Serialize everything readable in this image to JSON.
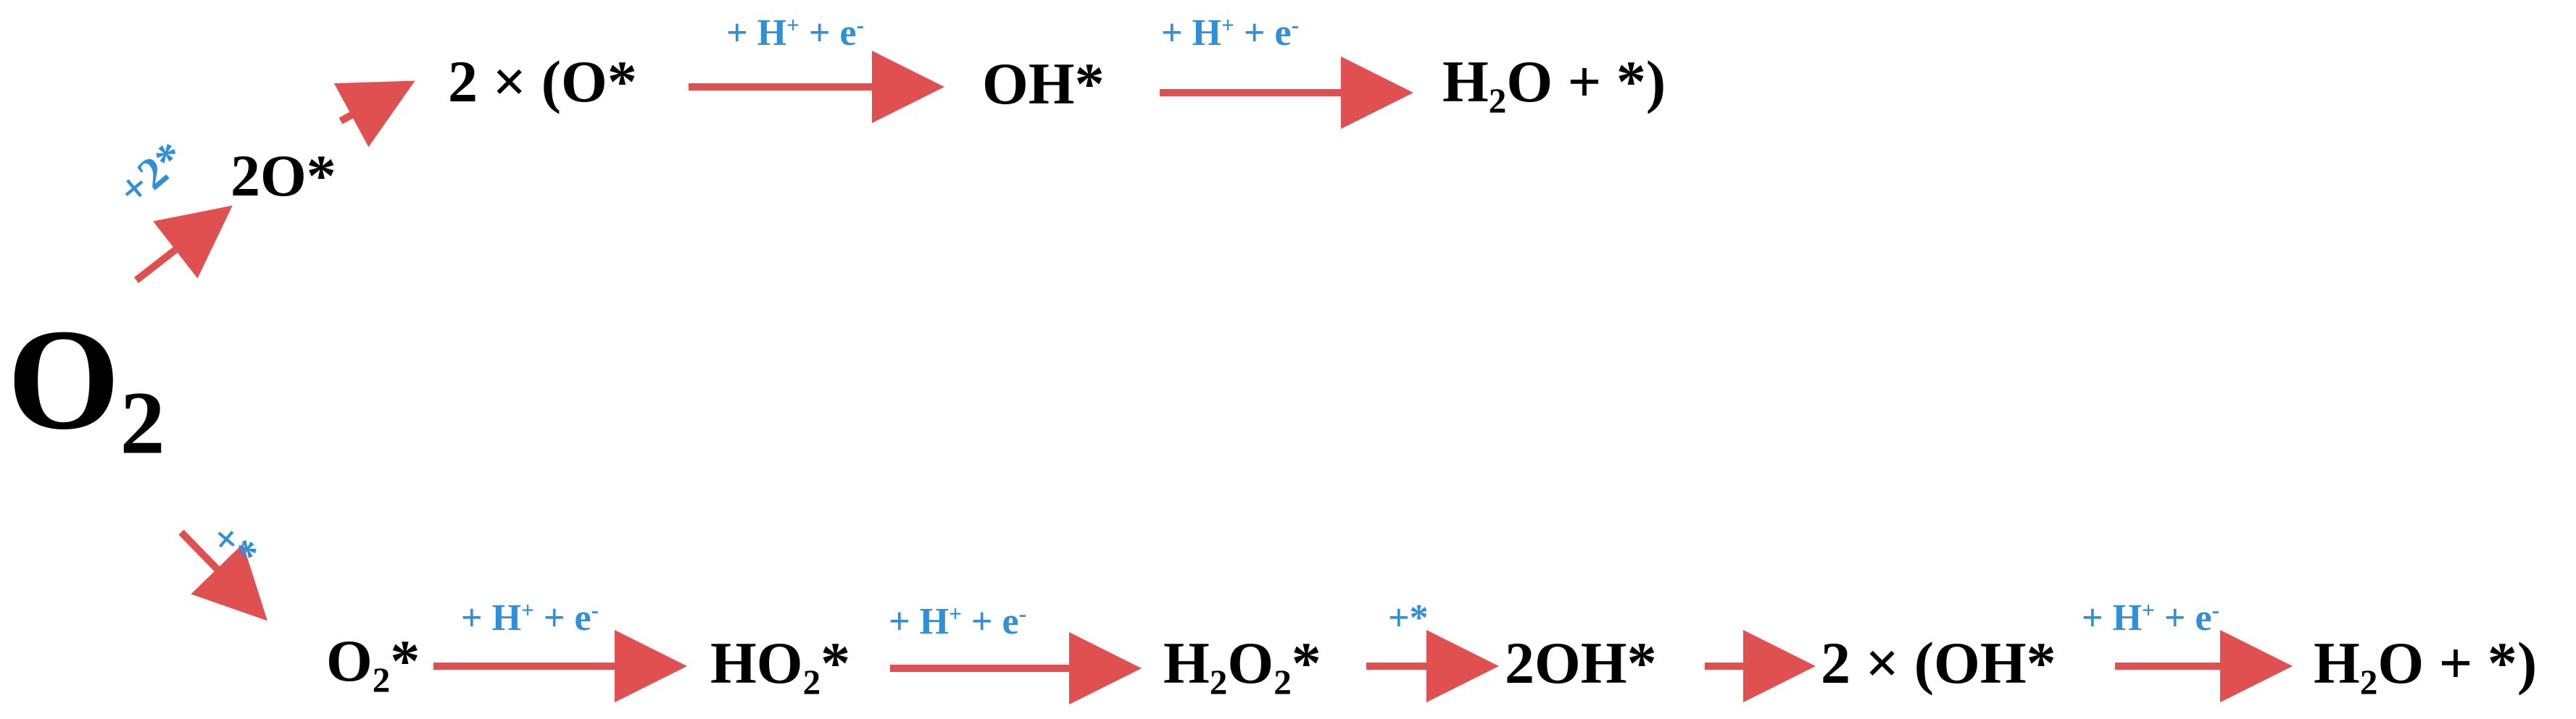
{
  "colors": {
    "arrow": "#e05050",
    "label": "#2f8fd8",
    "species": "#000000"
  },
  "reactant": {
    "main": "O",
    "sub": "2"
  },
  "upper_branch": {
    "adsorption_label": "+2*",
    "species_2O": "2O*",
    "paren_open": "2 × (O*",
    "label_1_plus": "+ H",
    "label_1_sup": "+",
    "label_1_rest": " + e",
    "label_1_minus": "-",
    "species_OH": "OH*",
    "label_2_plus": "+ H",
    "label_2_sup": "+",
    "label_2_rest": " + e",
    "label_2_minus": "-",
    "product_H": "H",
    "product_sub": "2",
    "product_rest": "O + *)"
  },
  "lower_branch": {
    "adsorption_label": "+*",
    "species_O2_main": "O",
    "species_O2_sub": "2",
    "species_O2_star": "*",
    "label_1_plus": "+ H",
    "label_1_sup": "+",
    "label_1_rest": " + e",
    "label_1_minus": "-",
    "species_HO2_main": "HO",
    "species_HO2_sub": "2",
    "species_HO2_star": "*",
    "label_2_plus": "+ H",
    "label_2_sup": "+",
    "label_2_rest": " + e",
    "label_2_minus": "-",
    "species_H2O2_h": "H",
    "species_H2O2_sub1": "2",
    "species_H2O2_o": "O",
    "species_H2O2_sub2": "2",
    "species_H2O2_star": "*",
    "label_3": "+*",
    "species_2OH": "2OH*",
    "paren_open": "2 × (OH*",
    "label_4_plus": "+ H",
    "label_4_sup": "+",
    "label_4_rest": " + e",
    "label_4_minus": "-",
    "product_H": "H",
    "product_sub": "2",
    "product_rest": "O + *)"
  }
}
